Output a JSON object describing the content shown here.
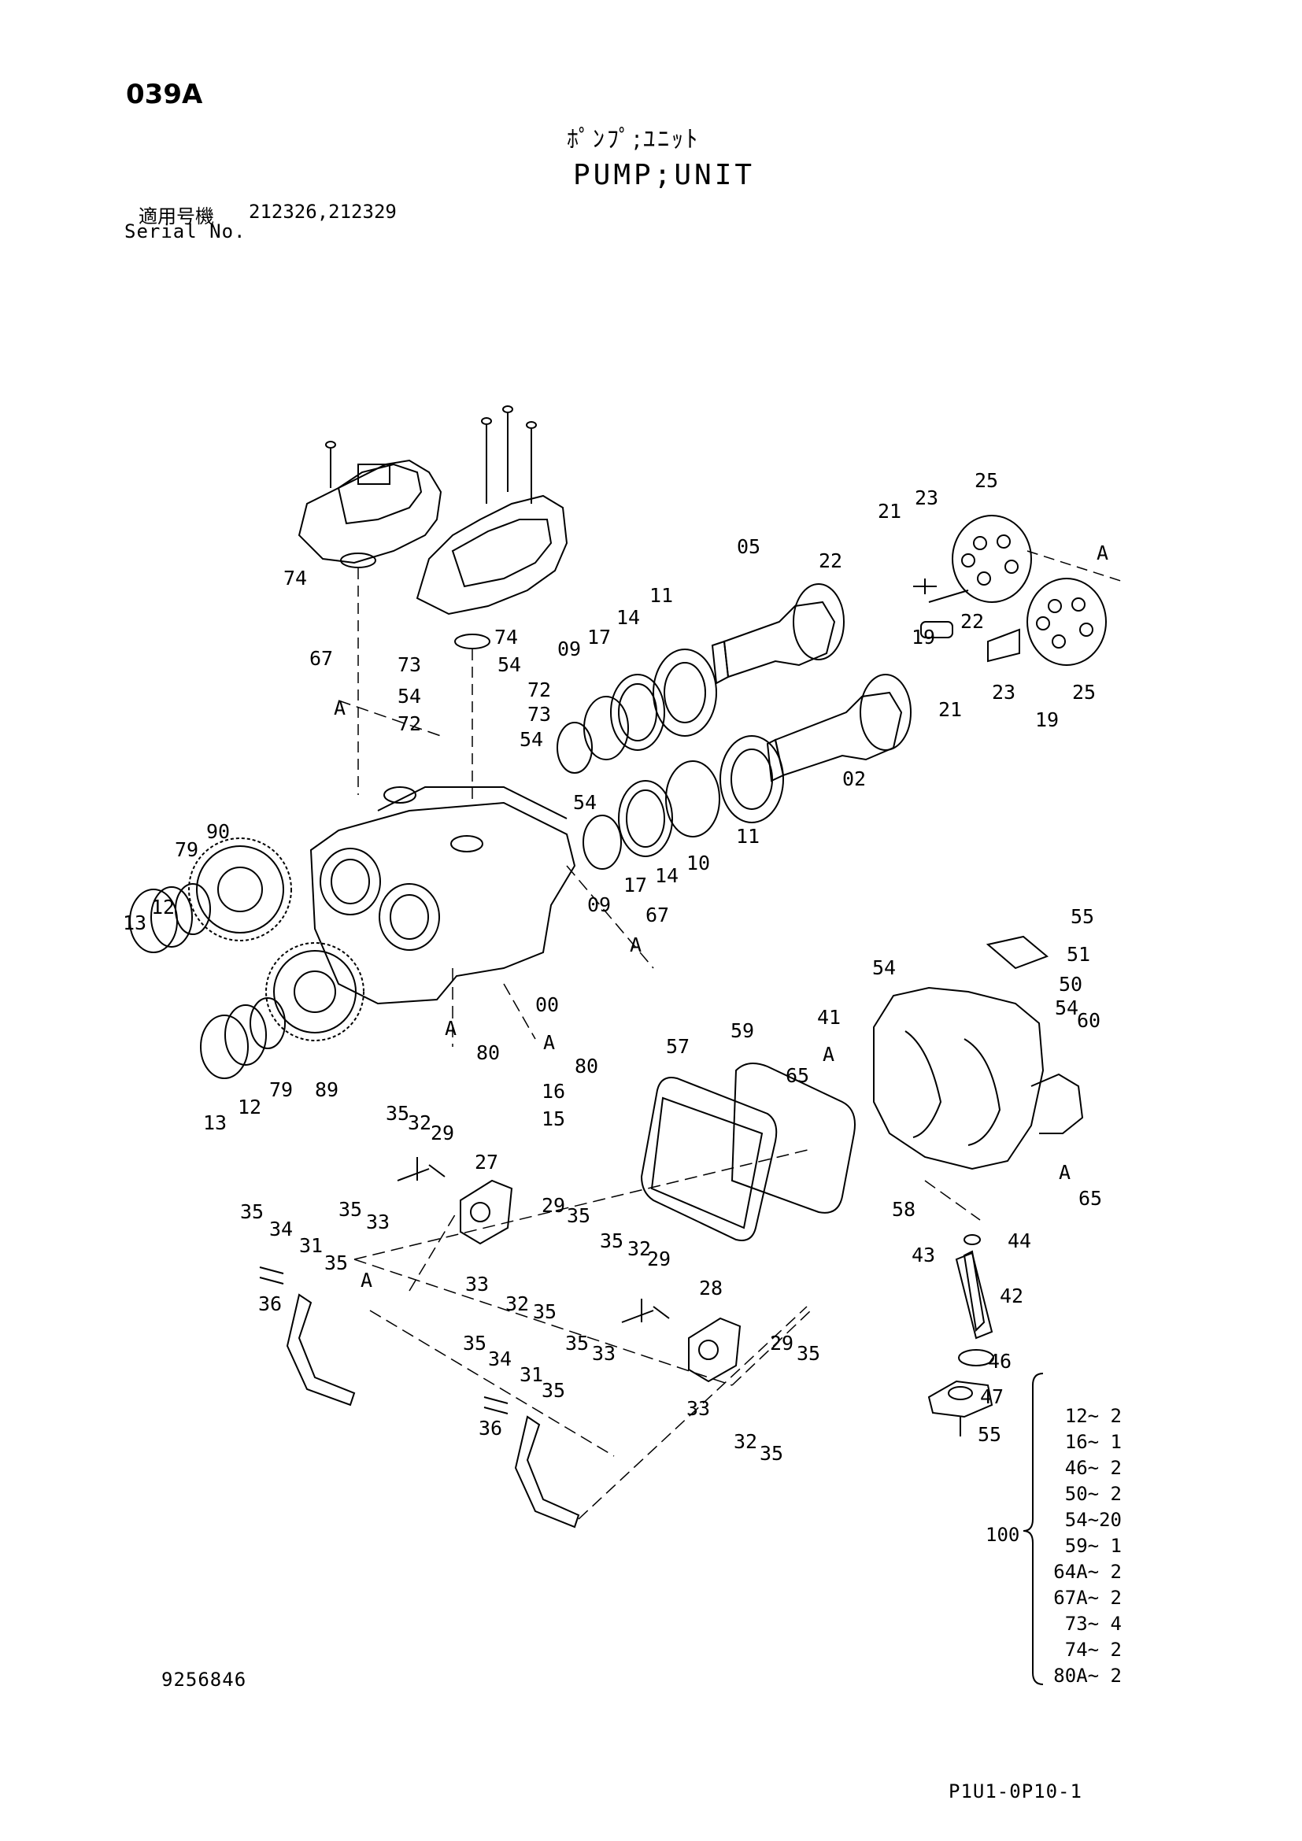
{
  "header": {
    "page_code": "039A",
    "title_jp": "ﾎﾟﾝﾌﾟ;ﾕﾆｯﾄ",
    "title_en": "PUMP;UNIT",
    "serial_label_jp": "適用号機",
    "serial_numbers": "212326,212329",
    "serial_label_en": "Serial No."
  },
  "callouts": [
    {
      "id": "c1",
      "text": "74"
    },
    {
      "id": "c2",
      "text": "74"
    },
    {
      "id": "c3",
      "text": "67"
    },
    {
      "id": "c4",
      "text": "A"
    },
    {
      "id": "c5",
      "text": "73"
    },
    {
      "id": "c6",
      "text": "54"
    },
    {
      "id": "c7",
      "text": "72"
    },
    {
      "id": "c8",
      "text": "54"
    },
    {
      "id": "c9",
      "text": "72"
    },
    {
      "id": "c10",
      "text": "73"
    },
    {
      "id": "c11",
      "text": "54"
    },
    {
      "id": "c12",
      "text": "09"
    },
    {
      "id": "c13",
      "text": "17"
    },
    {
      "id": "c14",
      "text": "14"
    },
    {
      "id": "c15",
      "text": "11"
    },
    {
      "id": "c16",
      "text": "05"
    },
    {
      "id": "c17",
      "text": "22"
    },
    {
      "id": "c18",
      "text": "21"
    },
    {
      "id": "c19",
      "text": "23"
    },
    {
      "id": "c20",
      "text": "25"
    },
    {
      "id": "c21",
      "text": "A"
    },
    {
      "id": "c22",
      "text": "22"
    },
    {
      "id": "c23",
      "text": "19"
    },
    {
      "id": "c24",
      "text": "21"
    },
    {
      "id": "c25",
      "text": "23"
    },
    {
      "id": "c26",
      "text": "19"
    },
    {
      "id": "c27",
      "text": "25"
    },
    {
      "id": "c28",
      "text": "02"
    },
    {
      "id": "c29",
      "text": "54"
    },
    {
      "id": "c30",
      "text": "11"
    },
    {
      "id": "c31",
      "text": "10"
    },
    {
      "id": "c32",
      "text": "14"
    },
    {
      "id": "c33",
      "text": "17"
    },
    {
      "id": "c34",
      "text": "09"
    },
    {
      "id": "c35",
      "text": "67"
    },
    {
      "id": "c36",
      "text": "A"
    },
    {
      "id": "c37",
      "text": "90"
    },
    {
      "id": "c38",
      "text": "79"
    },
    {
      "id": "c39",
      "text": "12"
    },
    {
      "id": "c40",
      "text": "13"
    },
    {
      "id": "c41",
      "text": "00"
    },
    {
      "id": "c42",
      "text": "A"
    },
    {
      "id": "c43",
      "text": "80"
    },
    {
      "id": "c44",
      "text": "A"
    },
    {
      "id": "c45",
      "text": "80"
    },
    {
      "id": "c46",
      "text": "16"
    },
    {
      "id": "c47",
      "text": "15"
    },
    {
      "id": "c48",
      "text": "13"
    },
    {
      "id": "c49",
      "text": "12"
    },
    {
      "id": "c50",
      "text": "79"
    },
    {
      "id": "c51",
      "text": "89"
    },
    {
      "id": "c52",
      "text": "55"
    },
    {
      "id": "c53",
      "text": "51"
    },
    {
      "id": "c54",
      "text": "54"
    },
    {
      "id": "c55",
      "text": "50"
    },
    {
      "id": "c56",
      "text": "54"
    },
    {
      "id": "c57",
      "text": "41"
    },
    {
      "id": "c58",
      "text": "60"
    },
    {
      "id": "c59",
      "text": "A"
    },
    {
      "id": "c60",
      "text": "65"
    },
    {
      "id": "c61",
      "text": "57"
    },
    {
      "id": "c62",
      "text": "59"
    },
    {
      "id": "c63",
      "text": "58"
    },
    {
      "id": "c64",
      "text": "A"
    },
    {
      "id": "c65",
      "text": "65"
    },
    {
      "id": "c66",
      "text": "44"
    },
    {
      "id": "c67",
      "text": "43"
    },
    {
      "id": "c68",
      "text": "42"
    },
    {
      "id": "c69",
      "text": "46"
    },
    {
      "id": "c70",
      "text": "47"
    },
    {
      "id": "c71",
      "text": "55"
    },
    {
      "id": "c72",
      "text": "35"
    },
    {
      "id": "c73",
      "text": "32"
    },
    {
      "id": "c74",
      "text": "29"
    },
    {
      "id": "c75",
      "text": "27"
    },
    {
      "id": "c76",
      "text": "35"
    },
    {
      "id": "c77",
      "text": "33"
    },
    {
      "id": "c78",
      "text": "29"
    },
    {
      "id": "c79",
      "text": "35"
    },
    {
      "id": "c80",
      "text": "35"
    },
    {
      "id": "c81",
      "text": "34"
    },
    {
      "id": "c82",
      "text": "31"
    },
    {
      "id": "c83",
      "text": "35"
    },
    {
      "id": "c84",
      "text": "A"
    },
    {
      "id": "c85",
      "text": "36"
    },
    {
      "id": "c86",
      "text": "33"
    },
    {
      "id": "c87",
      "text": "32"
    },
    {
      "id": "c88",
      "text": "35"
    },
    {
      "id": "c89",
      "text": "35"
    },
    {
      "id": "c90",
      "text": "32"
    },
    {
      "id": "c91",
      "text": "29"
    },
    {
      "id": "c92",
      "text": "28"
    },
    {
      "id": "c93",
      "text": "35"
    },
    {
      "id": "c94",
      "text": "33"
    },
    {
      "id": "c95",
      "text": "29"
    },
    {
      "id": "c96",
      "text": "35"
    },
    {
      "id": "c97",
      "text": "35"
    },
    {
      "id": "c98",
      "text": "34"
    },
    {
      "id": "c99",
      "text": "31"
    },
    {
      "id": "c100",
      "text": "35"
    },
    {
      "id": "c101",
      "text": "36"
    },
    {
      "id": "c102",
      "text": "33"
    },
    {
      "id": "c103",
      "text": "32"
    },
    {
      "id": "c104",
      "text": "35"
    }
  ],
  "kit": {
    "number": "100",
    "items": [
      "12~ 2",
      "16~ 1",
      "46~ 2",
      "50~ 2",
      "54~20",
      "59~ 1",
      "64A~ 2",
      "67A~ 2",
      "73~ 4",
      "74~ 2",
      "80A~ 2"
    ]
  },
  "footer": {
    "doc_number": "9256846",
    "page_ref": "P1U1-0P10-1"
  }
}
